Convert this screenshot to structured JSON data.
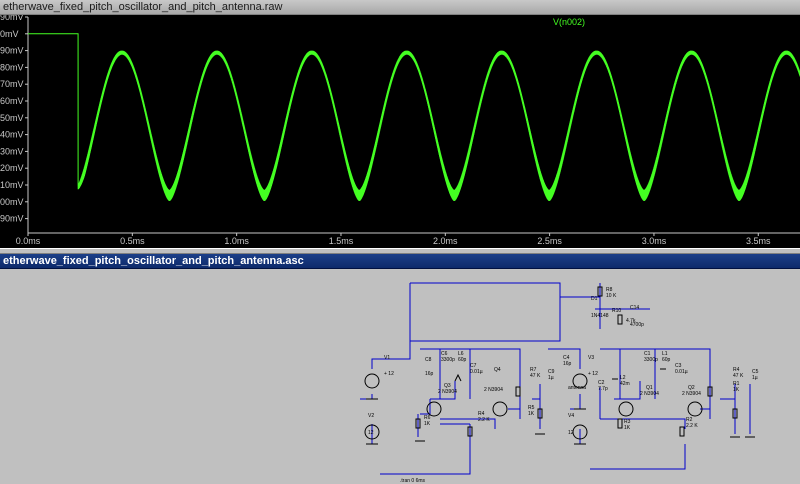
{
  "waveform": {
    "title": "etherwave_fixed_pitch_oscillator_and_pitch_antenna.raw",
    "trace_label": "V(n002)",
    "colors": {
      "trace": "#44ff22",
      "background": "#000000",
      "axis_text": "#c8c8c8",
      "grid_text": "#c8c8c8"
    }
  },
  "chart_data": {
    "type": "line",
    "title": "",
    "xlabel": "",
    "ylabel": "",
    "series": [
      {
        "name": "V(n002)"
      }
    ],
    "x_ticks": [
      "0.0ms",
      "0.5ms",
      "1.0ms",
      "1.5ms",
      "2.0ms",
      "2.5ms",
      "3.0ms",
      "3.5ms"
    ],
    "y_ticks": [
      "90mV",
      "0mV",
      "90mV",
      "80mV",
      "70mV",
      "60mV",
      "50mV",
      "40mV",
      "30mV",
      "20mV",
      "10mV",
      "00mV",
      "90mV"
    ],
    "xlim_ms": [
      0,
      3.7
    ],
    "flat_until_ms": 0.24,
    "envelope_period_ms": 0.455,
    "first_peak_ms": 0.45,
    "peak_tick_index": 2,
    "trough_tick_index": 10.3
  },
  "schematic": {
    "title": "etherwave_fixed_pitch_oscillator_and_pitch_antenna.asc",
    "directive": ".tran 0 6ms",
    "labels": [
      {
        "id": "r8",
        "text": "R8"
      },
      {
        "id": "r8v",
        "text": "10 K"
      },
      {
        "id": "d1",
        "text": "D1"
      },
      {
        "id": "d1v",
        "text": "1N4148"
      },
      {
        "id": "r10",
        "text": "R10"
      },
      {
        "id": "r10v",
        "text": "4.7k"
      },
      {
        "id": "c14",
        "text": "C14"
      },
      {
        "id": "c14v",
        "text": "4700p"
      },
      {
        "id": "v1",
        "text": "V1"
      },
      {
        "id": "v1v",
        "text": "+ 12"
      },
      {
        "id": "c6",
        "text": "C6"
      },
      {
        "id": "c6v",
        "text": "3300p"
      },
      {
        "id": "l6",
        "text": "L6"
      },
      {
        "id": "l6v",
        "text": "60p"
      },
      {
        "id": "c8",
        "text": "C8"
      },
      {
        "id": "c8v",
        "text": "16p"
      },
      {
        "id": "c7",
        "text": "C7"
      },
      {
        "id": "c7v",
        "text": "0.01µ"
      },
      {
        "id": "q4",
        "text": "Q4"
      },
      {
        "id": "q3",
        "text": "Q3"
      },
      {
        "id": "q3v",
        "text": "2 N3904"
      },
      {
        "id": "q4v",
        "text": "2 N3904"
      },
      {
        "id": "r7",
        "text": "R7"
      },
      {
        "id": "r7v",
        "text": "47 K"
      },
      {
        "id": "c9",
        "text": "C9"
      },
      {
        "id": "c9v",
        "text": "1µ"
      },
      {
        "id": "r6",
        "text": "R6"
      },
      {
        "id": "r6v",
        "text": "1K"
      },
      {
        "id": "r5",
        "text": "R5"
      },
      {
        "id": "r5v",
        "text": "1K"
      },
      {
        "id": "r4b",
        "text": "R4"
      },
      {
        "id": "r4bv",
        "text": "2.2 K"
      },
      {
        "id": "v2",
        "text": "V2"
      },
      {
        "id": "v2v",
        "text": "12"
      },
      {
        "id": "c4",
        "text": "C4"
      },
      {
        "id": "c4v",
        "text": "16p"
      },
      {
        "id": "v3",
        "text": "V3"
      },
      {
        "id": "v3v",
        "text": "+ 12"
      },
      {
        "id": "c1",
        "text": "C1"
      },
      {
        "id": "c1v",
        "text": "3300p"
      },
      {
        "id": "l1",
        "text": "L1"
      },
      {
        "id": "l1v",
        "text": "60p"
      },
      {
        "id": "c3",
        "text": "C3"
      },
      {
        "id": "c3v",
        "text": "0.01µ"
      },
      {
        "id": "c2",
        "text": "C2"
      },
      {
        "id": "c2v",
        "text": "7.7p"
      },
      {
        "id": "l2",
        "text": "L2"
      },
      {
        "id": "l2v",
        "text": "42m"
      },
      {
        "id": "ant",
        "text": "antenna"
      },
      {
        "id": "q1",
        "text": "Q1"
      },
      {
        "id": "q1v",
        "text": "2 N3904"
      },
      {
        "id": "q2",
        "text": "Q2"
      },
      {
        "id": "q2v",
        "text": "2 N3904"
      },
      {
        "id": "r4",
        "text": "R4"
      },
      {
        "id": "r4v",
        "text": "47 K"
      },
      {
        "id": "c5",
        "text": "C5"
      },
      {
        "id": "c5v",
        "text": "1µ"
      },
      {
        "id": "r1",
        "text": "R1"
      },
      {
        "id": "r1v",
        "text": "1K"
      },
      {
        "id": "r3",
        "text": "R3"
      },
      {
        "id": "r3v",
        "text": "1K"
      },
      {
        "id": "r2",
        "text": "R2"
      },
      {
        "id": "r2v",
        "text": "2.2 K"
      },
      {
        "id": "v4",
        "text": "V4"
      },
      {
        "id": "v4v",
        "text": "12"
      }
    ]
  }
}
